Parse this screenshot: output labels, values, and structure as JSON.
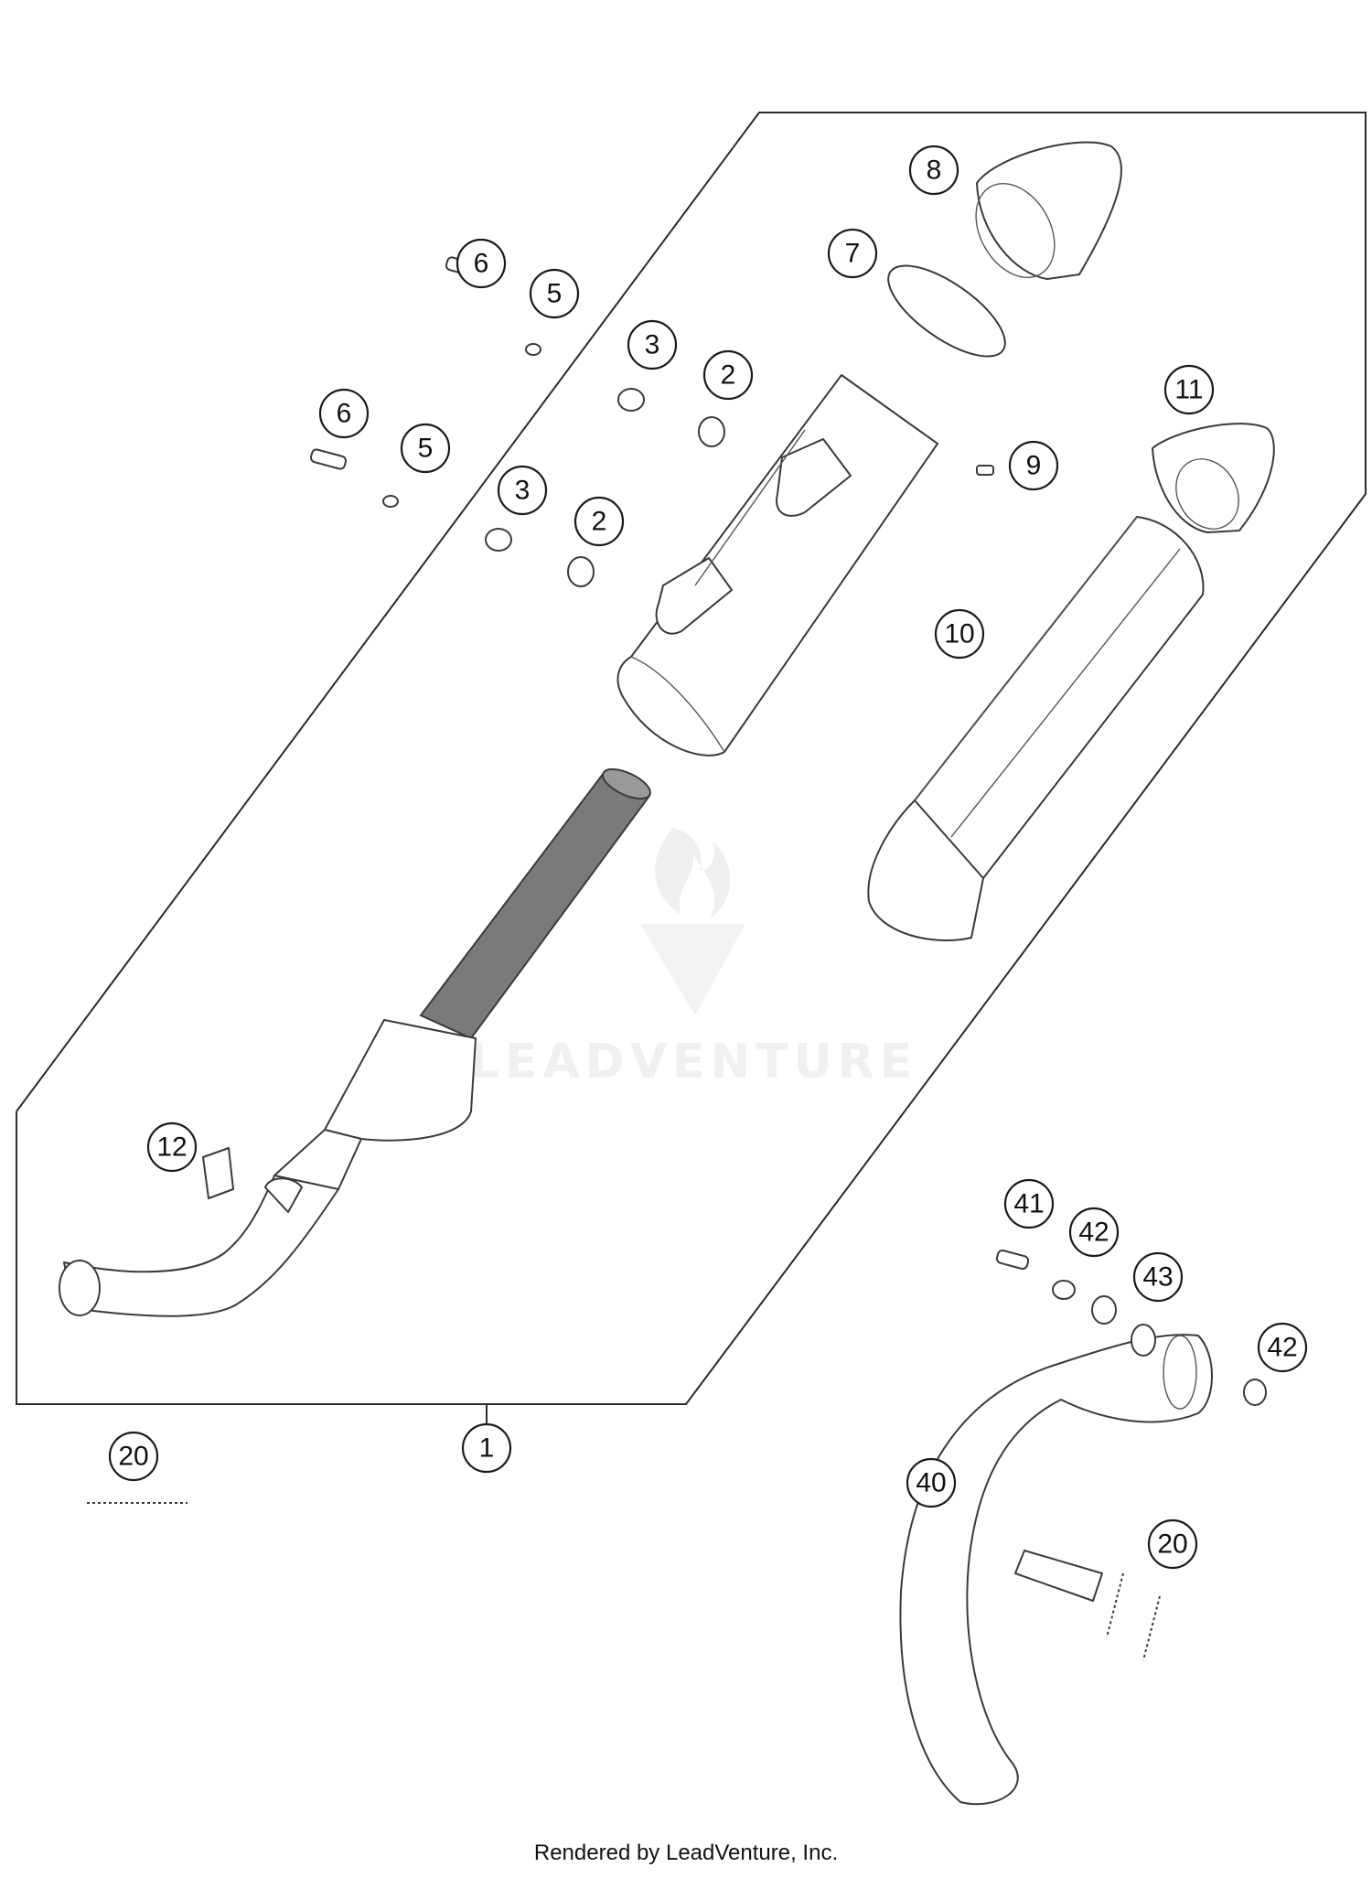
{
  "diagram": {
    "callouts": [
      "1",
      "2",
      "3",
      "5",
      "6",
      "7",
      "8",
      "9",
      "10",
      "11",
      "12",
      "20",
      "40",
      "41",
      "42",
      "43"
    ],
    "watermark": "LEADVENTURE",
    "colors": {
      "line": "#3a3a3a",
      "background": "#ffffff",
      "watermark": "#e6e6e6"
    }
  },
  "footer": {
    "text": "Rendered by LeadVenture, Inc."
  }
}
